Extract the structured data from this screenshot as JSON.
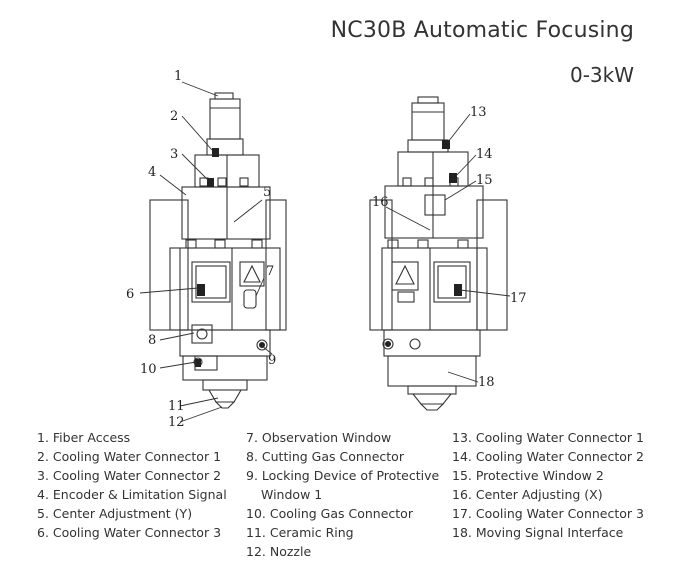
{
  "header": {
    "title": "NC30B Automatic Focusing",
    "subtitle": "0-3kW"
  },
  "callouts": {
    "left": [
      "1",
      "2",
      "3",
      "4",
      "5",
      "6",
      "7",
      "8",
      "9",
      "10",
      "11",
      "12"
    ],
    "right": [
      "13",
      "14",
      "15",
      "16",
      "17",
      "18"
    ]
  },
  "legend": {
    "col1": [
      "1. Fiber Access",
      "2. Cooling Water Connector 1",
      "3. Cooling Water Connector 2",
      "4. Encoder & Limitation Signal",
      "5. Center Adjustment (Y)",
      "6. Cooling Water Connector 3"
    ],
    "col2": [
      "7. Observation Window",
      "8. Cutting Gas Connector",
      "9. Locking Device of Protective",
      "Window 1",
      "10. Cooling Gas Connector",
      "11. Ceramic Ring",
      "12. Nozzle"
    ],
    "col3": [
      "13. Cooling Water Connector 1",
      "14. Cooling Water Connector 2",
      "15. Protective Window 2",
      "16. Center Adjusting (X)",
      "17. Cooling Water Connector 3",
      "18. Moving Signal Interface"
    ]
  }
}
